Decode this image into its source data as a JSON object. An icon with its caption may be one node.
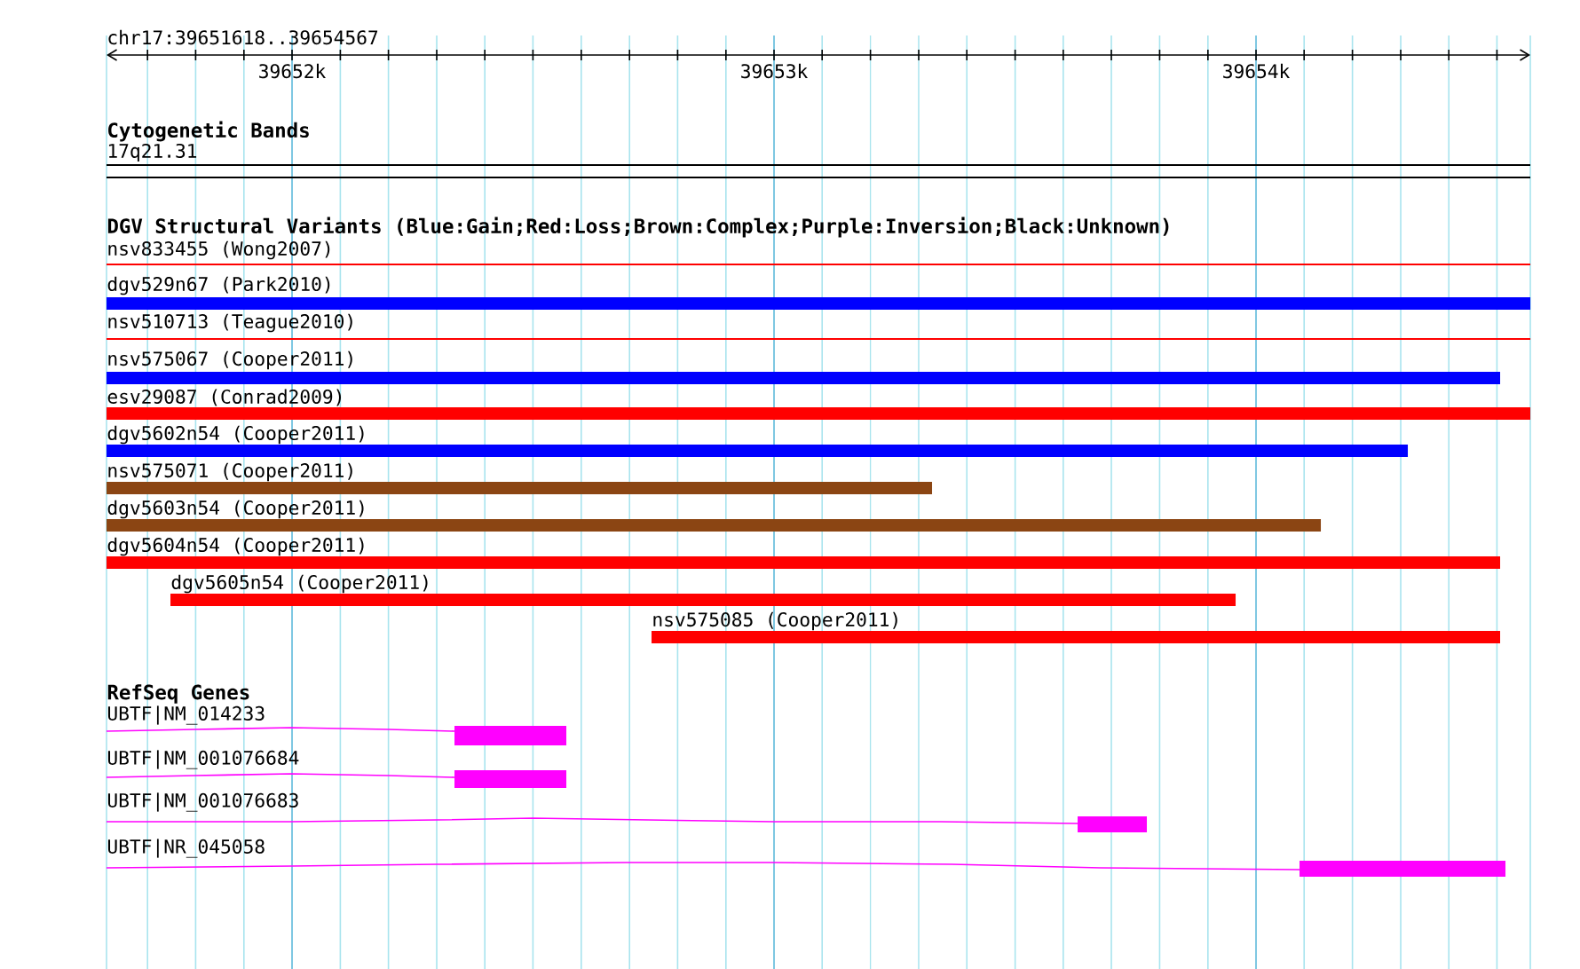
{
  "diagram": {
    "labels": [
      "chr17:39651618..39654567",
      "39652k",
      "39653k",
      "39654k",
      "Cytogenetic Bands",
      "17q21.31",
      "DGV Structural Variants (Blue:Gain;Red:Loss;Brown:Complex;Purple:Inversion;Black:Unknown)",
      "nsv833455 (Wong2007)",
      "dgv529n67 (Park2010)",
      "nsv510713 (Teague2010)",
      "nsv575067 (Cooper2011)",
      "esv29087 (Conrad2009)",
      "dgv5602n54 (Cooper2011)",
      "nsv575071 (Cooper2011)",
      "dgv5603n54 (Cooper2011)",
      "dgv5604n54 (Cooper2011)",
      "dgv5605n54 (Cooper2011)",
      "nsv575085 (Cooper2011)",
      "RefSeq Genes",
      "UBTF|NM_014233",
      "UBTF|NM_001076684",
      "UBTF|NM_001076683",
      "UBTF|NR_045058"
    ]
  }
}
